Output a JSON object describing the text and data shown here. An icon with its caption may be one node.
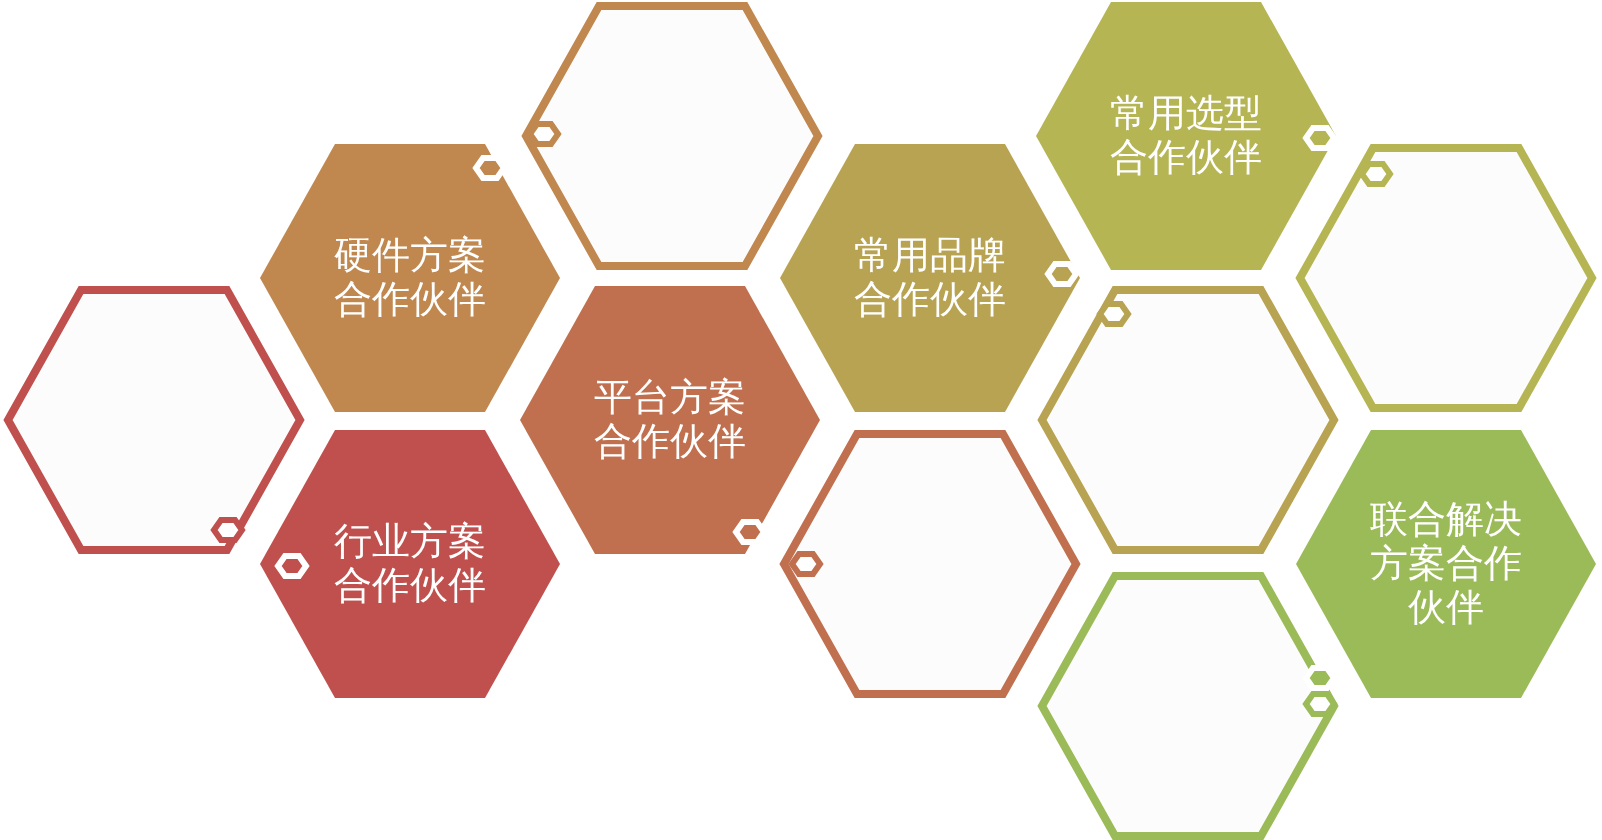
{
  "diagram": {
    "nodes": [
      {
        "text": [],
        "shape": "hexagon"
      },
      {
        "text": [
          "常用选型合作伙伴"
        ]
      },
      {
        "text": [
          "硬件方案合作伙伴"
        ]
      },
      {
        "text": [
          "常用品牌合作伙伴"
        ]
      },
      {
        "text": [],
        "shape": "hexagon"
      },
      {
        "text": [],
        "shape": "hexagon"
      },
      {
        "text": [
          "平台方案合作伙伴"
        ]
      },
      {
        "text": [],
        "shape": "hexagon"
      },
      {
        "text": [
          "行业方案合作伙伴"
        ]
      },
      {
        "text": [],
        "shape": "hexagon"
      },
      {
        "text": [
          "联合解决方案合作伙伴"
        ]
      },
      {
        "text": [],
        "shape": "hexagon"
      }
    ]
  }
}
